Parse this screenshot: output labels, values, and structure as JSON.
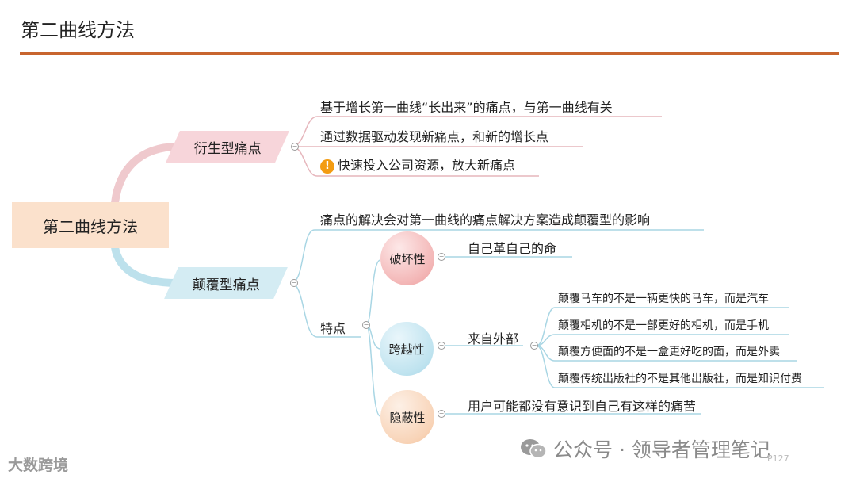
{
  "slide_title": "第二曲线方法",
  "root": "第二曲线方法",
  "branch_a": {
    "label": "衍生型痛点",
    "items": [
      "基于增长第一曲线“长出来”的痛点，与第一曲线有关",
      "通过数据驱动发现新痛点，和新的增长点",
      "快速投入公司资源，放大新痛点"
    ],
    "warning_icon": "exclamation-icon"
  },
  "branch_b": {
    "label": "颠覆型痛点",
    "statement": "痛点的解决会对第一曲线的痛点解决方案造成颠覆型的影响",
    "feature_label": "特点",
    "features": {
      "destructive": {
        "label": "破坏性",
        "desc": "自己革自己的命"
      },
      "crossover": {
        "label": "跨越性",
        "desc": "来自外部",
        "examples": [
          "颠覆马车的不是一辆更快的马车，而是汽车",
          "颠覆相机的不是一部更好的相机，而是手机",
          "颠覆方便面的不是一盒更好吃的面，而是外卖",
          "颠覆传统出版社的不是其他出版社，而是知识付费"
        ]
      },
      "hidden": {
        "label": "隐蔽性",
        "desc": "用户可能都没有意识到自己有这样的痛苦"
      }
    }
  },
  "watermark": "公众号 · 领导者管理笔记",
  "bottom_logo": "大数跨境",
  "page_number": "P127",
  "colors": {
    "rule": "#c8652e",
    "branch_a": "#f7d5da",
    "branch_b": "#d4ecf3",
    "root": "#fbe1cc",
    "warning": "#f39c12"
  }
}
